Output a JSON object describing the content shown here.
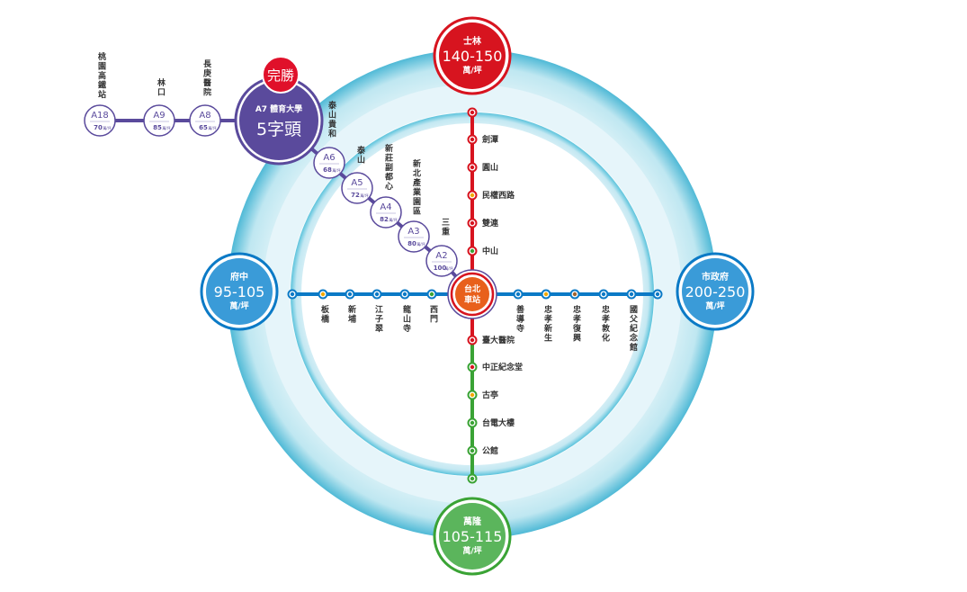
{
  "colors": {
    "red": "#d7141f",
    "blue": "#0b7ac6",
    "green": "#3aa335",
    "purple": "#5a4a9c",
    "orange": "#e8601c",
    "ring": "#5bc3dc",
    "hub_blue": "#3a9bd8",
    "hub_green": "#5bb55c"
  },
  "hubs": {
    "north": {
      "name": "士林",
      "price": "140-150",
      "unit": "萬/坪"
    },
    "west": {
      "name": "府中",
      "price": "95-105",
      "unit": "萬/坪"
    },
    "east": {
      "name": "市政府",
      "price": "200-250",
      "unit": "萬/坪"
    },
    "south": {
      "name": "萬隆",
      "price": "105-115",
      "unit": "萬/坪"
    }
  },
  "center": {
    "name_line1": "台北",
    "name_line2": "車站"
  },
  "featured": {
    "badge": "完勝",
    "code": "A7 體育大學",
    "price": "5字頭"
  },
  "airport_line": [
    {
      "code": "A18",
      "price": "70",
      "unit": "萬/坪",
      "name": "桃園高鐵站"
    },
    {
      "code": "A9",
      "price": "85",
      "unit": "萬/坪",
      "name": "林口"
    },
    {
      "code": "A8",
      "price": "65",
      "unit": "萬/坪",
      "name": "長庚醫院"
    },
    {
      "code": "A6",
      "price": "68",
      "unit": "萬/坪",
      "name": "泰山貴和"
    },
    {
      "code": "A5",
      "price": "72",
      "unit": "萬/坪",
      "name": "泰山"
    },
    {
      "code": "A4",
      "price": "82",
      "unit": "萬/坪",
      "name": "新莊副都心"
    },
    {
      "code": "A3",
      "price": "80",
      "unit": "萬/坪",
      "name": "新北產業園區"
    },
    {
      "code": "A2",
      "price": "100",
      "unit": "萬/坪",
      "name": "三重"
    }
  ],
  "red_line": [
    "劍潭",
    "圓山",
    "民權西路",
    "雙連",
    "中山",
    "臺大醫院"
  ],
  "green_line": [
    "中正紀念堂",
    "古亭",
    "台電大樓",
    "公館"
  ],
  "blue_line_west": [
    "板橋",
    "新埔",
    "江子翠",
    "龍山寺",
    "西門"
  ],
  "blue_line_east": [
    "善導寺",
    "忠孝新生",
    "忠孝復興",
    "忠孝敦化",
    "國父紀念館"
  ]
}
